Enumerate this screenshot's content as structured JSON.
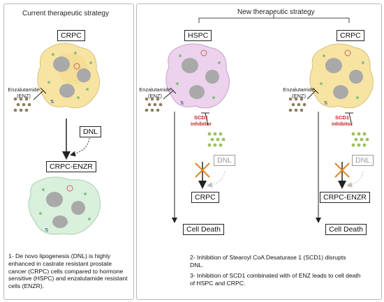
{
  "left_panel": {
    "title": "Current therapeutic strategy",
    "cell_top": "CRPC",
    "drug_label_line1": "Enzalutamide",
    "drug_label_line2": "(ENZ)",
    "dnl": "DNL",
    "cell_bottom": "CRPC-ENZR",
    "note": "1- De novo lipogenesis (DNL) is highly enhanced in castrate resistant prostate cancer (CRPC) cells compared to hormone sensitive (HSPC) and enzalutamide resistant cells (ENZR)."
  },
  "right_panel": {
    "title": "New therapeutic strategy",
    "branch_left": {
      "cell_top": "HSPC",
      "drug_label_line1": "Enzalutamide",
      "drug_label_line2": "(ENZ)",
      "inhibitor_line1": "SCD1",
      "inhibitor_line2": "inhibitor",
      "dnl": "DNL",
      "result": "CRPC",
      "death": "Cell Death"
    },
    "branch_right": {
      "cell_top": "CRPC",
      "drug_label_line1": "Enzalutamide",
      "drug_label_line2": "(ENZ)",
      "inhibitor_line1": "SCD1",
      "inhibitor_line2": "inhibitor",
      "dnl": "DNL",
      "result": "CRPC-ENZR",
      "death": "Cell Death"
    },
    "note2": "2- Inhibition of Stearoyl CoA Desaturase 1 (SCD1) disrupts DNL.",
    "note3": "3- Inhibition of SCD1 combinated with of ENZ leads to cell death of HSPC and CRPC."
  },
  "colors": {
    "crpc_cell": "#f7e4a2",
    "hspc_cell": "#ecd2ec",
    "enzr_cell": "#d9f0dc",
    "nucleus": "#a9a9a9",
    "enz_dot": "#8b7d60",
    "scd1_dot": "#9ac25a",
    "inhibit_x": "#e08a2a",
    "inhibitor_text": "#c0282d"
  }
}
